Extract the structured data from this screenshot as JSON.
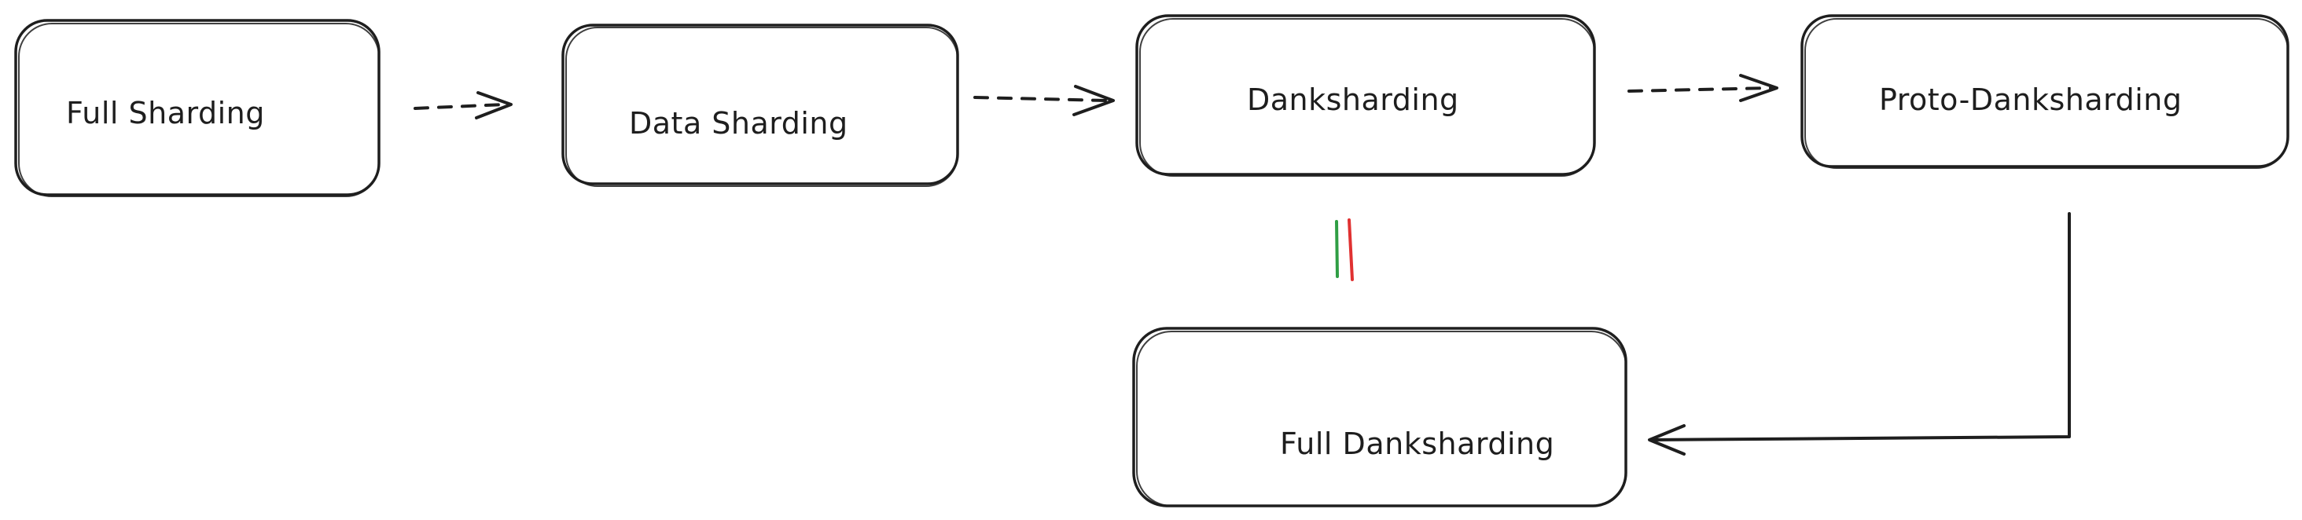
{
  "nodes": {
    "full_sharding": "Full  Sharding",
    "data_sharding": "Data Sharding",
    "danksharding": "Danksharding",
    "proto_danksharding": "Proto-Danksharding",
    "full_danksharding": "Full Danksharding"
  },
  "colors": {
    "stroke": "#1e1e1e",
    "equal_mark_left": "#2f9e44",
    "equal_mark_right": "#e03131"
  },
  "edges": [
    {
      "from": "Full  Sharding",
      "to": "Data Sharding",
      "style": "dashed"
    },
    {
      "from": "Data Sharding",
      "to": "Danksharding",
      "style": "dashed"
    },
    {
      "from": "Danksharding",
      "to": "Proto-Danksharding",
      "style": "dashed"
    },
    {
      "from": "Proto-Danksharding",
      "to": "Full Danksharding",
      "style": "solid-elbow"
    },
    {
      "from": "Danksharding",
      "to": "Full Danksharding",
      "style": "equality-mark"
    }
  ]
}
